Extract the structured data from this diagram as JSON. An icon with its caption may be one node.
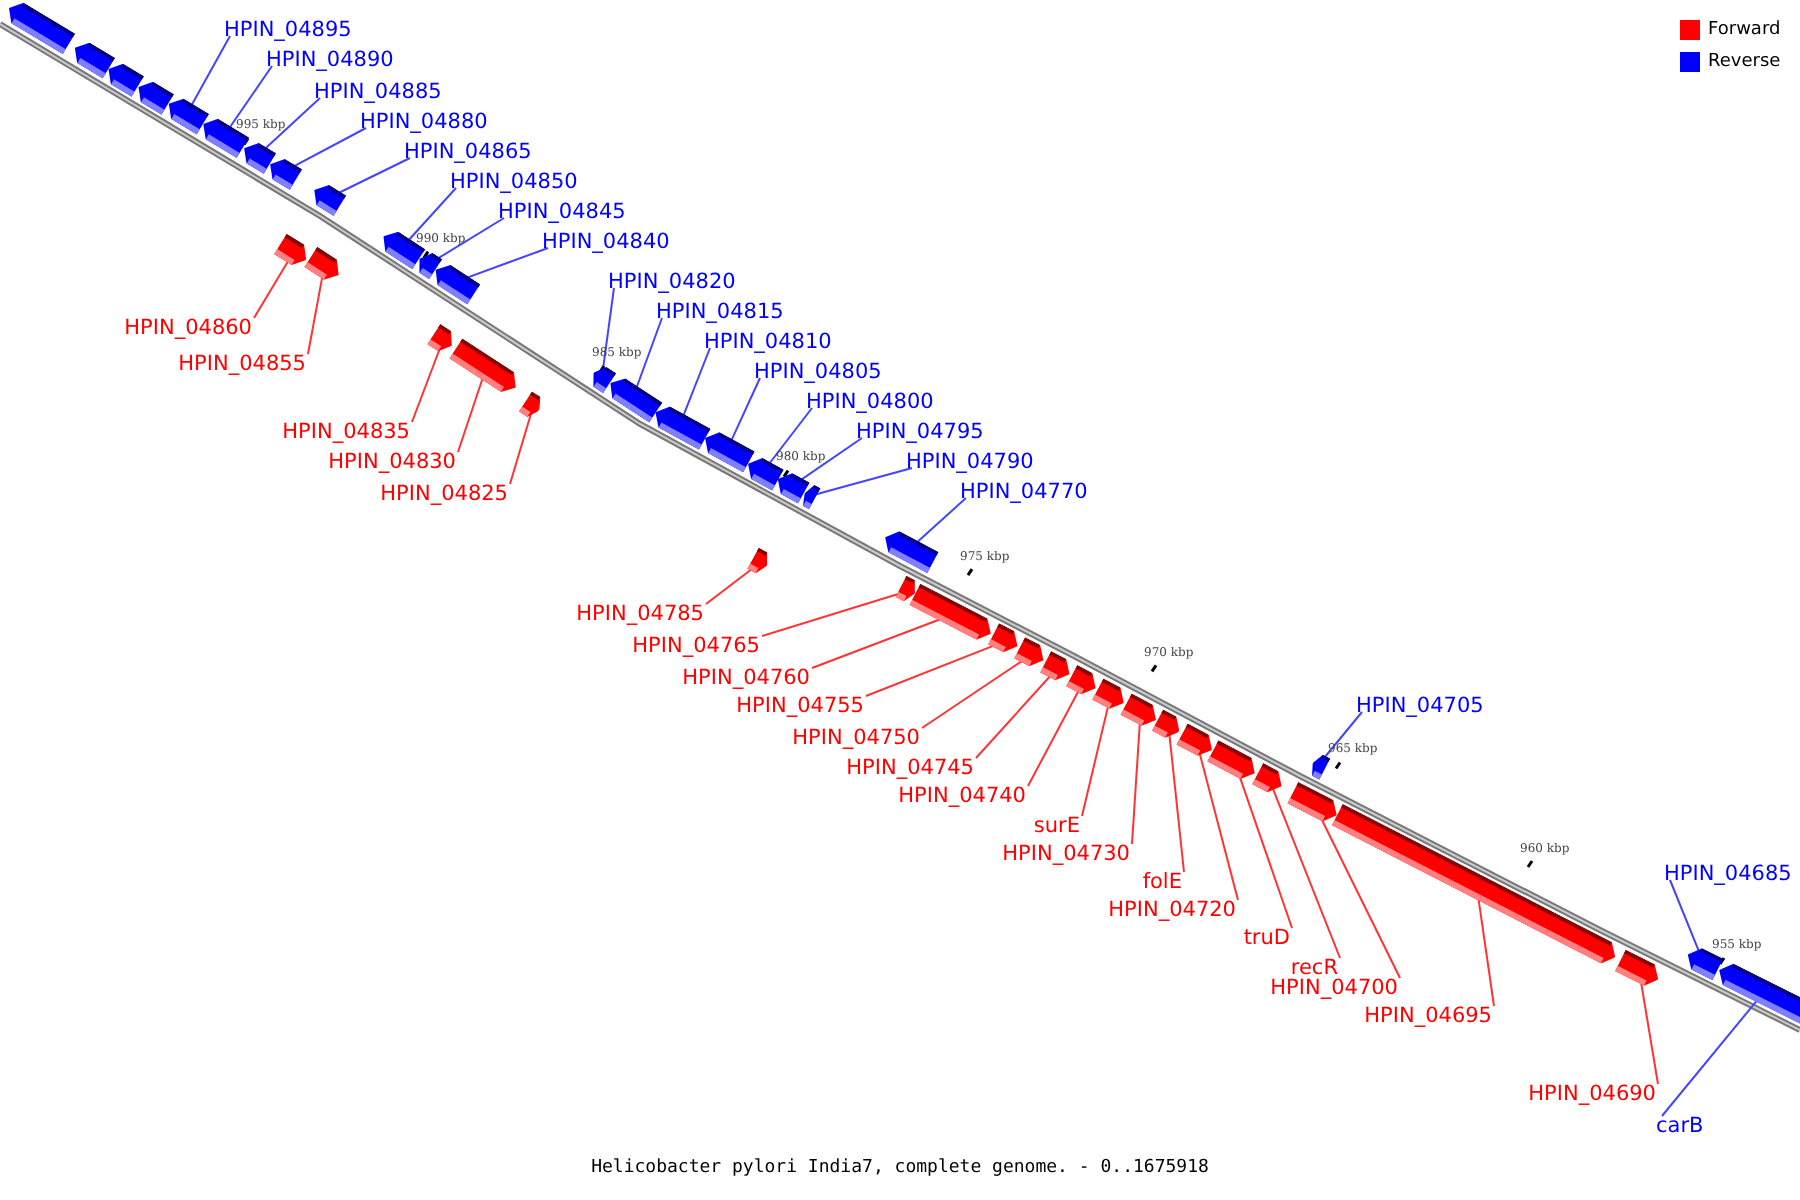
{
  "diagram": {
    "caption": "Helicobacter pylori India7, complete genome. - 0..1675918",
    "nodes": [
      {
        "text": [
          "HPIN_04895"
        ]
      },
      {
        "text": [
          "HPIN_04890"
        ]
      },
      {
        "text": [
          "HPIN_04885"
        ]
      },
      {
        "text": [
          "HPIN_04880"
        ]
      },
      {
        "text": [
          "HPIN_04865"
        ]
      },
      {
        "text": [
          "HPIN_04850"
        ]
      },
      {
        "text": [
          "HPIN_04845"
        ]
      },
      {
        "text": [
          "HPIN_04840"
        ]
      },
      {
        "text": [
          "HPIN_04820"
        ]
      },
      {
        "text": [
          "HPIN_04815"
        ]
      },
      {
        "text": [
          "HPIN_04810"
        ]
      },
      {
        "text": [
          "HPIN_04805"
        ]
      },
      {
        "text": [
          "HPIN_04800"
        ]
      },
      {
        "text": [
          "HPIN_04795"
        ]
      },
      {
        "text": [
          "HPIN_04790"
        ]
      },
      {
        "text": [
          "HPIN_04770"
        ]
      },
      {
        "text": [
          "HPIN_04705"
        ]
      },
      {
        "text": [
          "HPIN_04685"
        ]
      },
      {
        "text": [
          "carB"
        ]
      },
      {
        "text": [
          "HPIN_04860"
        ]
      },
      {
        "text": [
          "HPIN_04855"
        ]
      },
      {
        "text": [
          "HPIN_04835"
        ]
      },
      {
        "text": [
          "HPIN_04830"
        ]
      },
      {
        "text": [
          "HPIN_04825"
        ]
      },
      {
        "text": [
          "HPIN_04785"
        ]
      },
      {
        "text": [
          "HPIN_04765"
        ]
      },
      {
        "text": [
          "HPIN_04760"
        ]
      },
      {
        "text": [
          "HPIN_04755"
        ]
      },
      {
        "text": [
          "HPIN_04750"
        ]
      },
      {
        "text": [
          "HPIN_04745"
        ]
      },
      {
        "text": [
          "HPIN_04740"
        ]
      },
      {
        "text": [
          "surE"
        ]
      },
      {
        "text": [
          "HPIN_04730"
        ]
      },
      {
        "text": [
          "folE"
        ]
      },
      {
        "text": [
          "HPIN_04720"
        ]
      },
      {
        "text": [
          "truD"
        ]
      },
      {
        "text": [
          "recR"
        ]
      },
      {
        "text": [
          "HPIN_04700"
        ]
      },
      {
        "text": [
          "HPIN_04695"
        ]
      },
      {
        "text": [
          "HPIN_04690"
        ]
      },
      {
        "text": [],
        "shape": "bar"
      },
      {
        "text": [],
        "shape": "bar"
      },
      {
        "text": [],
        "shape": "bar"
      },
      {
        "text": [],
        "shape": "bar"
      },
      {
        "text": [],
        "shape": "bar"
      },
      {
        "text": [],
        "shape": "bar"
      },
      {
        "text": [],
        "shape": "bar"
      },
      {
        "text": [],
        "shape": "bar"
      },
      {
        "text": [],
        "shape": "bar"
      },
      {
        "text": [],
        "shape": "bar"
      },
      {
        "text": [],
        "shape": "bar"
      },
      {
        "text": [],
        "shape": "bar"
      },
      {
        "text": [],
        "shape": "bar"
      },
      {
        "text": [],
        "shape": "bar"
      },
      {
        "text": [],
        "shape": "bar"
      },
      {
        "text": [],
        "shape": "bar"
      },
      {
        "text": [],
        "shape": "bar"
      },
      {
        "text": [],
        "shape": "bar"
      },
      {
        "text": [],
        "shape": "bar"
      },
      {
        "text": [],
        "shape": "bar"
      },
      {
        "text": [],
        "shape": "bar"
      },
      {
        "text": [],
        "shape": "bar"
      },
      {
        "text": [],
        "shape": "bar"
      },
      {
        "text": [],
        "shape": "bar"
      },
      {
        "text": [],
        "shape": "bar"
      },
      {
        "text": [],
        "shape": "bar"
      },
      {
        "text": [],
        "shape": "bar"
      },
      {
        "text": [],
        "shape": "bar"
      },
      {
        "text": [],
        "shape": "bar"
      },
      {
        "text": [],
        "shape": "bar"
      },
      {
        "text": [],
        "shape": "bar"
      },
      {
        "text": [],
        "shape": "bar"
      },
      {
        "text": [],
        "shape": "bar"
      },
      {
        "text": [],
        "shape": "bar"
      },
      {
        "text": [],
        "shape": "bar"
      },
      {
        "text": [],
        "shape": "bar"
      },
      {
        "text": [],
        "shape": "bar"
      },
      {
        "text": [],
        "shape": "bar"
      },
      {
        "text": [],
        "shape": "bar"
      },
      {
        "text": [],
        "shape": "bar"
      },
      {
        "text": [],
        "shape": "bar"
      },
      {
        "text": [],
        "shape": "bar"
      },
      {
        "text": [],
        "shape": "bar"
      },
      {
        "text": [],
        "shape": "bar"
      }
    ],
    "edges": [
      {
        "from": 0,
        "to": 44,
        "arrow": "none",
        "color": "#4444ff"
      },
      {
        "from": 1,
        "to": 45,
        "arrow": "none",
        "color": "#4444ff"
      },
      {
        "from": 2,
        "to": 46,
        "arrow": "none",
        "color": "#4444ff"
      },
      {
        "from": 3,
        "to": 47,
        "arrow": "none",
        "color": "#4444ff"
      },
      {
        "from": 4,
        "to": 48,
        "arrow": "none",
        "color": "#4444ff"
      },
      {
        "from": 5,
        "to": 49,
        "arrow": "none",
        "color": "#4444ff"
      },
      {
        "from": 6,
        "to": 50,
        "arrow": "none",
        "color": "#4444ff"
      },
      {
        "from": 7,
        "to": 51,
        "arrow": "none",
        "color": "#4444ff"
      },
      {
        "from": 8,
        "to": 52,
        "arrow": "none",
        "color": "#4444ff"
      },
      {
        "from": 9,
        "to": 53,
        "arrow": "none",
        "color": "#4444ff"
      },
      {
        "from": 10,
        "to": 54,
        "arrow": "none",
        "color": "#4444ff"
      },
      {
        "from": 11,
        "to": 55,
        "arrow": "none",
        "color": "#4444ff"
      },
      {
        "from": 12,
        "to": 56,
        "arrow": "none",
        "color": "#4444ff"
      },
      {
        "from": 13,
        "to": 57,
        "arrow": "none",
        "color": "#4444ff"
      },
      {
        "from": 14,
        "to": 58,
        "arrow": "none",
        "color": "#4444ff"
      },
      {
        "from": 15,
        "to": 59,
        "arrow": "none",
        "color": "#4444ff"
      },
      {
        "from": 16,
        "to": 60,
        "arrow": "none",
        "color": "#4444ff"
      },
      {
        "from": 17,
        "to": 61,
        "arrow": "none",
        "color": "#4444ff"
      },
      {
        "from": 18,
        "to": 62,
        "arrow": "none",
        "color": "#4444ff"
      },
      {
        "from": 19,
        "to": 63,
        "arrow": "none"
      },
      {
        "from": 20,
        "to": 64,
        "arrow": "none"
      },
      {
        "from": 21,
        "to": 65,
        "arrow": "none"
      },
      {
        "from": 22,
        "to": 66,
        "arrow": "none"
      },
      {
        "from": 23,
        "to": 67,
        "arrow": "none"
      },
      {
        "from": 24,
        "to": 68,
        "arrow": "none"
      },
      {
        "from": 25,
        "to": 69,
        "arrow": "none"
      },
      {
        "from": 26,
        "to": 70,
        "arrow": "none"
      },
      {
        "from": 27,
        "to": 71,
        "arrow": "none"
      },
      {
        "from": 28,
        "to": 72,
        "arrow": "none"
      },
      {
        "from": 29,
        "to": 73,
        "arrow": "none"
      },
      {
        "from": 30,
        "to": 74,
        "arrow": "none"
      },
      {
        "from": 31,
        "to": 75,
        "arrow": "none"
      },
      {
        "from": 32,
        "to": 76,
        "arrow": "none"
      },
      {
        "from": 33,
        "to": 77,
        "arrow": "none"
      },
      {
        "from": 34,
        "to": 78,
        "arrow": "none"
      },
      {
        "from": 35,
        "to": 79,
        "arrow": "none"
      },
      {
        "from": 36,
        "to": 80,
        "arrow": "none"
      },
      {
        "from": 37,
        "to": 81,
        "arrow": "none"
      },
      {
        "from": 38,
        "to": 82,
        "arrow": "none"
      },
      {
        "from": 39,
        "to": 83,
        "arrow": "none"
      }
    ],
    "labels": [
      "995 kbp",
      "990 kbp",
      "985 kbp",
      "980 kbp",
      "975 kbp",
      "970 kbp",
      "965 kbp",
      "960 kbp",
      "955 kbp"
    ],
    "legend": [
      {
        "text": "Forward",
        "color": "#ff0000"
      },
      {
        "text": "Reverse",
        "color": "#0000ff"
      }
    ]
  }
}
